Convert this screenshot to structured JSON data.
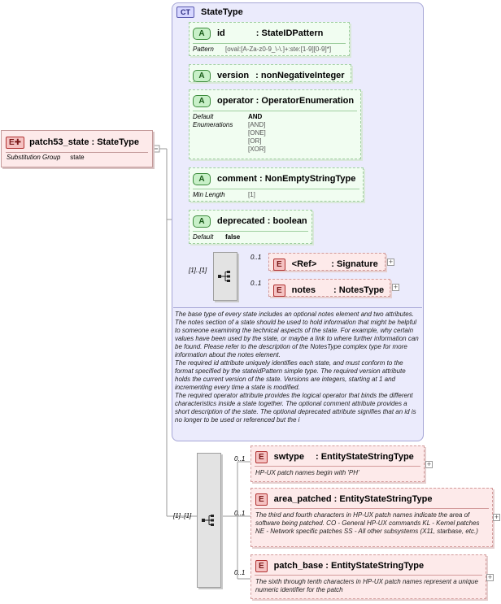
{
  "root": {
    "badge": "E",
    "name": "patch53_state",
    "type": "StateType",
    "sub_key": "Substitution Group",
    "sub_val": "state"
  },
  "complex_type": {
    "badge": "CT",
    "name": "StateType",
    "attributes": [
      {
        "name": "id",
        "type": "StateIDPattern",
        "meta": [
          {
            "k": "Pattern",
            "v": "[oval:[A-Za-z0-9_\\-\\.]+:ste:[1-9][0-9]*]"
          }
        ]
      },
      {
        "name": "version",
        "type": "nonNegativeInteger",
        "meta": []
      },
      {
        "name": "operator",
        "type": "OperatorEnumeration",
        "meta": [
          {
            "k": "Default",
            "v": "AND"
          },
          {
            "k": "Enumerations",
            "v": "[AND]"
          },
          {
            "k": "",
            "v": "[ONE]"
          },
          {
            "k": "",
            "v": "[OR]"
          },
          {
            "k": "",
            "v": "[XOR]"
          }
        ]
      },
      {
        "name": "comment",
        "type": "NonEmptyStringType",
        "meta": [
          {
            "k": "Min Length",
            "v": "[1]"
          }
        ]
      },
      {
        "name": "deprecated",
        "type": "boolean",
        "meta": [
          {
            "k": "Default",
            "v": "false"
          }
        ]
      }
    ],
    "seq_card": "[1]..[1]",
    "elements": [
      {
        "name": "<Ref>",
        "type": "Signature",
        "card": "0..1"
      },
      {
        "name": "notes",
        "type": "NotesType",
        "card": "0..1"
      }
    ],
    "documentation": "The base type of every state includes an optional notes element and two attributes. The notes section of a state should be used to hold information that might be helpful to someone examining the technical aspects of the state. For example, why certain values have been used by the state, or maybe a link to where further information can be found. Please refer to the description of the NotesType complex type for more information about the notes element.\nThe required id attribute uniquely identifies each state, and must conform to the format specified by the stateidPattern simple type. The required version attribute holds the current version of the state. Versions are integers, starting at 1 and incrementing every time a state is modified.\nThe required operator attribute provides the logical operator that binds the different characteristics inside a state together. The optional comment attribute provides a short description of the state. The optional deprecated attribute signifies that an id is no longer to be used or referenced but the i"
  },
  "bottom": {
    "seq_card": "[1]..[1]",
    "elements": [
      {
        "name": "swtype",
        "type": "EntityStateStringType",
        "card": "0..1",
        "desc": "HP-UX patch names begin with 'PH'"
      },
      {
        "name": "area_patched",
        "type": "EntityStateStringType",
        "card": "0..1",
        "desc": "The third and fourth characters in HP-UX patch names indicate the area of software being patched. CO - General HP-UX commands KL - Kernel patches NE - Network specific patches SS - All other subsystems (X11, starbase, etc.)"
      },
      {
        "name": "patch_base",
        "type": "EntityStateStringType",
        "card": "0..1",
        "desc": "The sixth through tenth characters in HP-UX patch names represent a unique numeric identifier for the patch"
      }
    ]
  },
  "colors": {
    "element_fill": "#fdeaea",
    "attribute_fill": "#f1fdf1",
    "complex_type_fill": "#ebebfc"
  }
}
